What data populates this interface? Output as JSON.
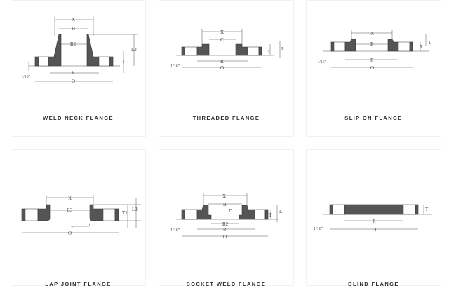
{
  "cards": [
    {
      "title": "WELD NECK FLANGE",
      "labels": {
        "x": "X",
        "h": "H",
        "b2": "B2",
        "l2": "L2",
        "t": "T",
        "r": "R",
        "o": "O",
        "gap": "1/16\""
      }
    },
    {
      "title": "THREADED FLANGE",
      "labels": {
        "x": "X",
        "c": "C",
        "t": "T",
        "l": "L",
        "r": "R",
        "o": "O",
        "gap": "1/16\""
      }
    },
    {
      "title": "SLIP ON FLANGE",
      "labels": {
        "x": "X",
        "b": "B",
        "l": "L",
        "t": "T",
        "r": "R",
        "o": "O",
        "gap": "1/16\""
      }
    },
    {
      "title": "LAP JOINT FLANGE",
      "labels": {
        "x": "X",
        "b3": "B3",
        "t1": "T1",
        "l3": "L3",
        "r": "r",
        "o": "O"
      }
    },
    {
      "title": "SOCKET WELD FLANGE",
      "labels": {
        "x": "X",
        "b": "B",
        "b2": "B2",
        "d": "D",
        "t": "T",
        "l": "L",
        "r": "R",
        "o": "O",
        "gap": "1/16\""
      }
    },
    {
      "title": "BLIND FLANGE",
      "labels": {
        "t": "T",
        "r": "R",
        "o": "O",
        "gap": "1/16\""
      }
    }
  ]
}
